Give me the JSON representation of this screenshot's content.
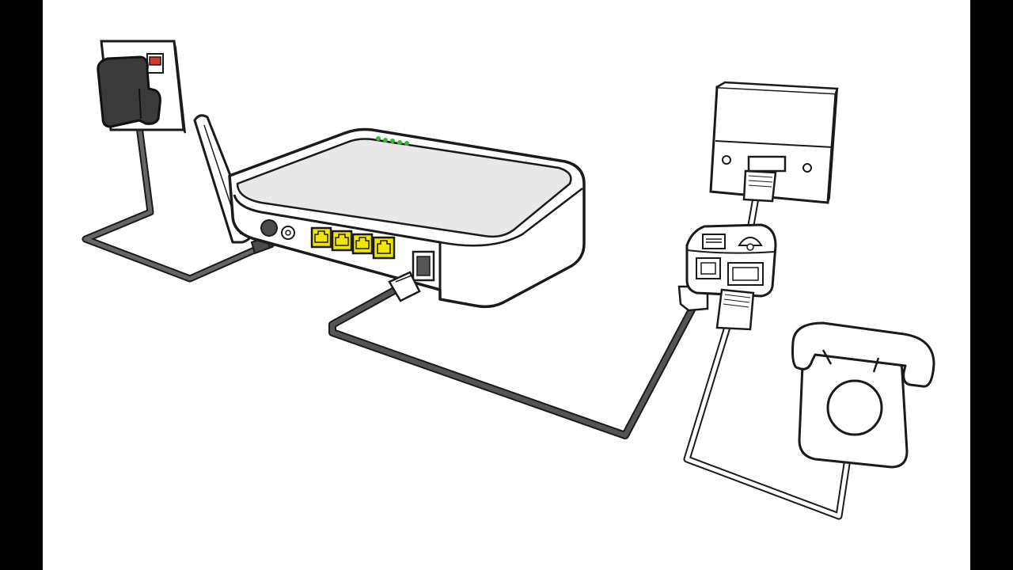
{
  "figure": {
    "caption": "",
    "components": [
      {
        "id": "wall-power-socket",
        "icon": "power-socket-with-plug-adapter"
      },
      {
        "id": "router",
        "icon": "wifi-adsl-router"
      },
      {
        "id": "phone-wall-socket",
        "icon": "telephone-master-socket"
      },
      {
        "id": "adsl-microfilter",
        "icon": "adsl-splitter"
      },
      {
        "id": "telephone",
        "icon": "rotary-telephone"
      }
    ],
    "connections": [
      {
        "from": "wall-power-socket",
        "to": "router",
        "cable": "power-cable"
      },
      {
        "from": "router",
        "to": "adsl-microfilter",
        "cable": "dsl-cable"
      },
      {
        "from": "phone-wall-socket",
        "to": "adsl-microfilter",
        "cable": "phone-line"
      },
      {
        "from": "adsl-microfilter",
        "to": "telephone",
        "cable": "phone-cable"
      }
    ],
    "router_status_leds": 5,
    "router_lan_ports": 4
  },
  "colors": {
    "frame": "#000000",
    "background": "#ffffff",
    "outline": "#1a1a1a",
    "adapter": "#3a3a3a",
    "cable_dark": "#555555",
    "port_yellow": "#f2e600",
    "led_green": "#3db53d",
    "socket_switch": "#d43a2a",
    "router_top": "#e8e8e8"
  }
}
